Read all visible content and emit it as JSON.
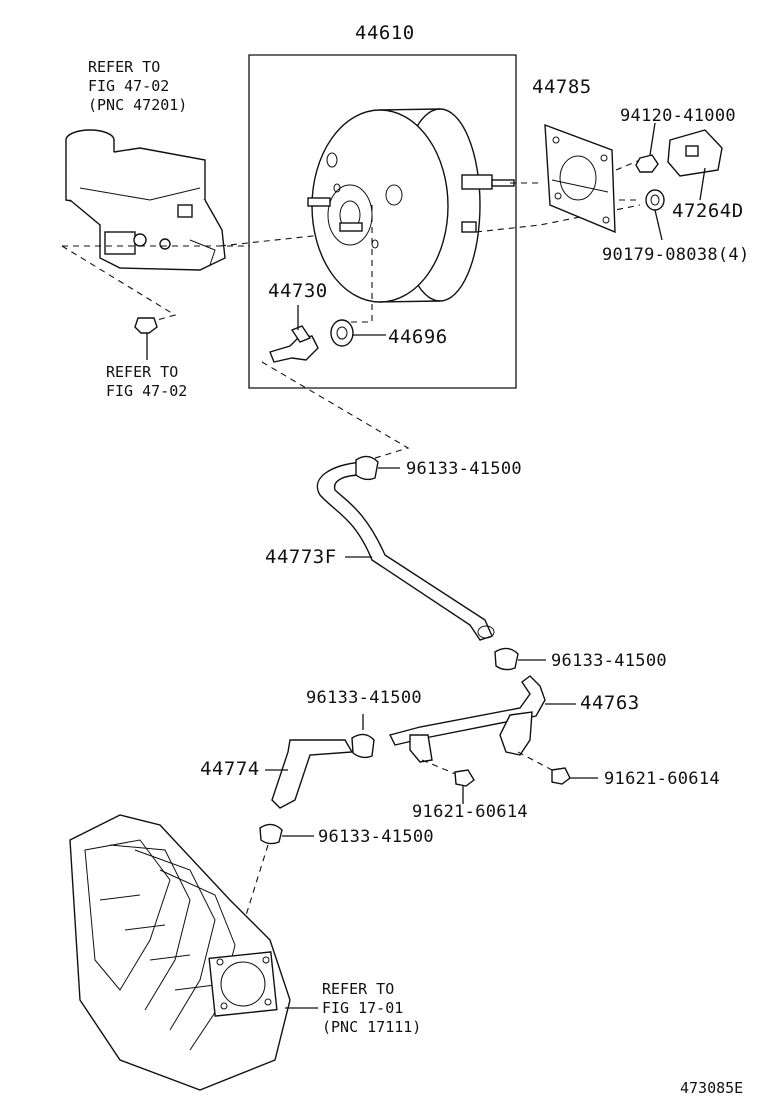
{
  "labels": {
    "booster": "44610",
    "gasket_plate": "44785",
    "nut_upper": "94120-41000",
    "bracket": "47264D",
    "nut_lower": "90179-08038(4)",
    "check_valve": "44730",
    "grommet": "44696",
    "clip_1": "96133-41500",
    "hose_f": "44773F",
    "clip_2": "96133-41500",
    "clip_3": "96133-41500",
    "pipe": "44763",
    "hose": "44774",
    "bolt_1": "91621-60614",
    "bolt_2": "91621-60614",
    "clip_4": "96133-41500",
    "diagram_code": "473085E"
  },
  "refs": {
    "master_cyl": [
      "REFER TO",
      "FIG 47-02",
      "(PNC 47201)"
    ],
    "master_cyl_nut": [
      "REFER TO",
      "FIG 47-02"
    ],
    "intake": [
      "REFER TO",
      "FIG 17-01",
      "(PNC 17111)"
    ]
  }
}
